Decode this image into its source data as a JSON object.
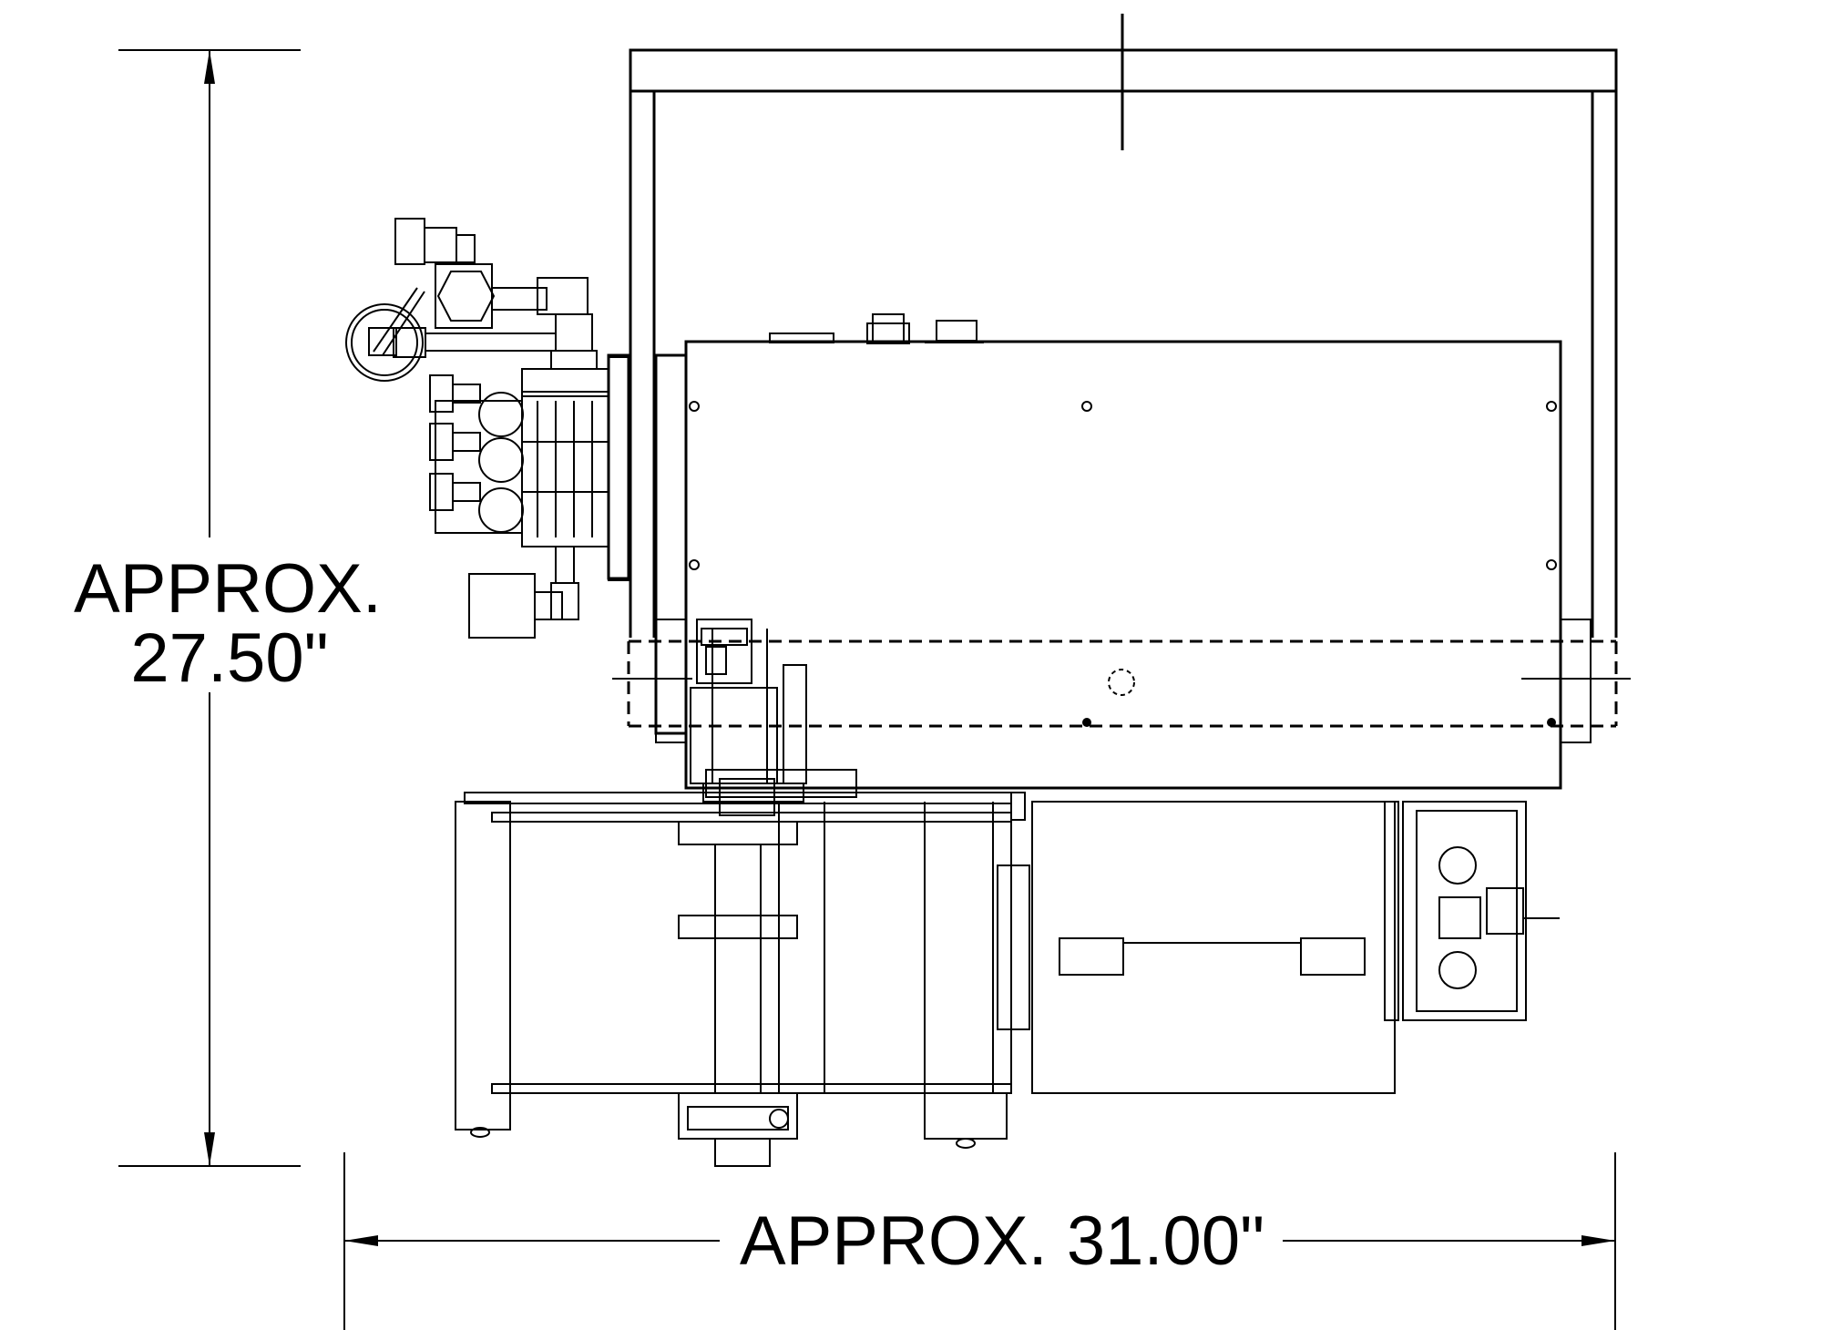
{
  "dimensions": {
    "height_label_line1": "APPROX.",
    "height_label_line2": "27.50\"",
    "width_label": "APPROX. 31.00\""
  },
  "colors": {
    "line": "#000000",
    "background": "#ffffff"
  }
}
